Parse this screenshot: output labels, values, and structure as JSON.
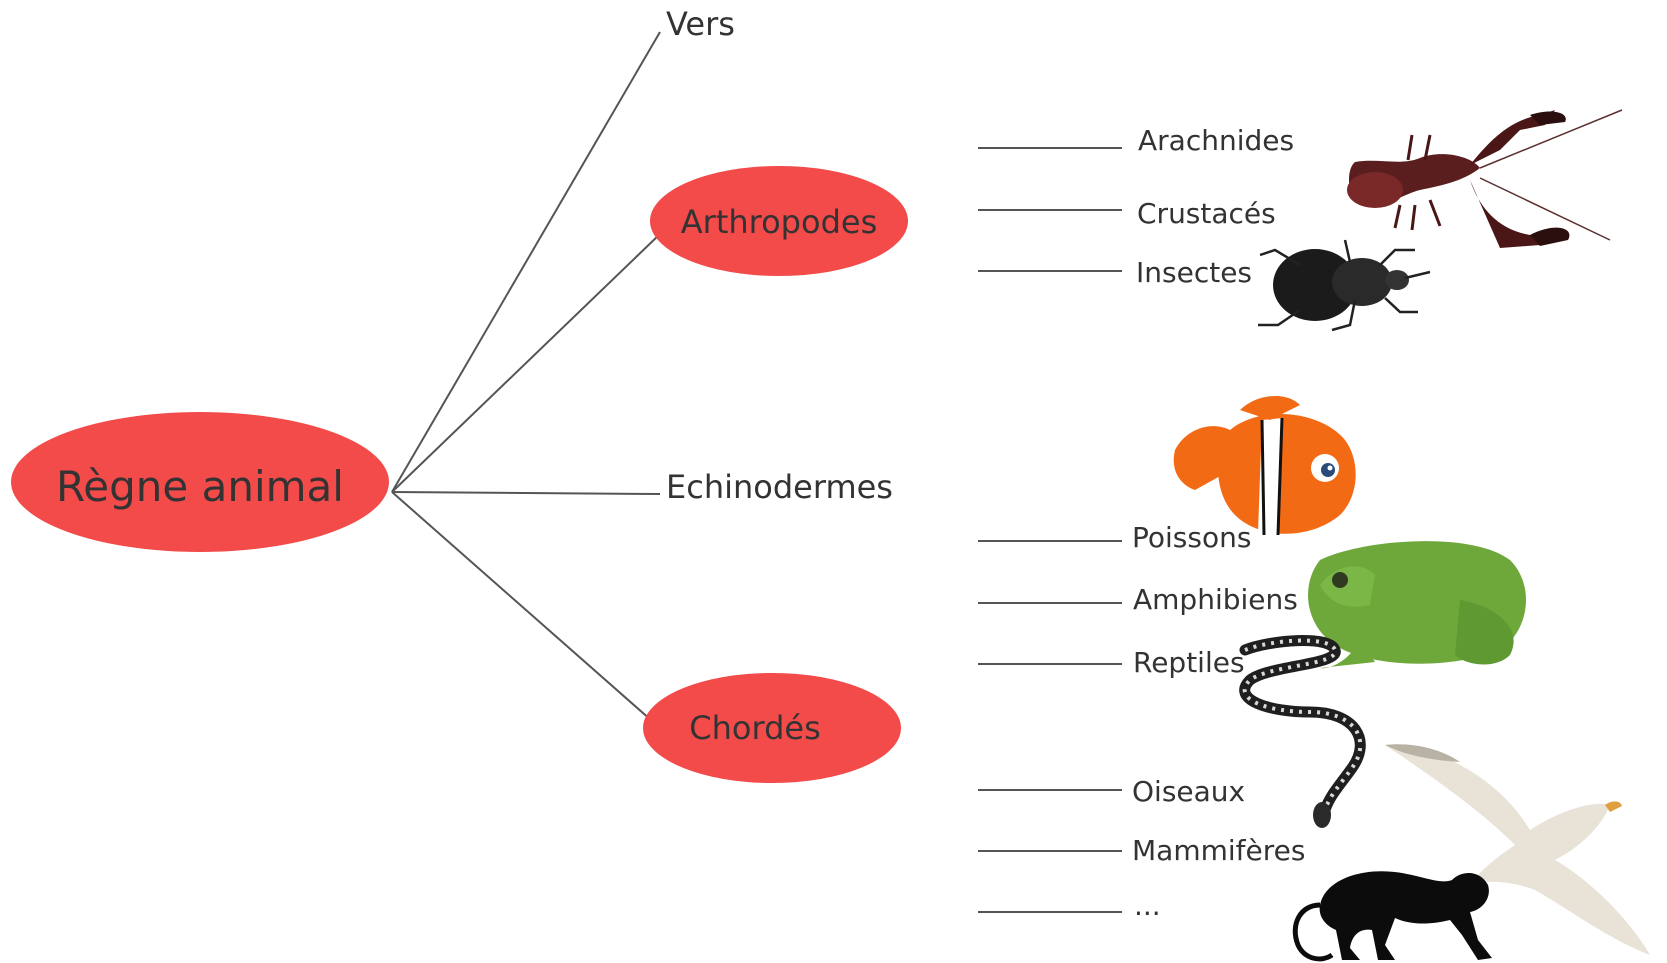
{
  "root": {
    "label": "Règne animal"
  },
  "branches": {
    "vers": "Vers",
    "arthropodes": "Arthropodes",
    "echinodermes": "Echinodermes",
    "chordes": "Chordés"
  },
  "arthropodes_children": [
    "Arachnides",
    "Crustacés",
    "Insectes"
  ],
  "chordes_children": [
    "Poissons",
    "Amphibiens",
    "Reptiles",
    "Oiseaux",
    "Mammifères",
    "..."
  ],
  "colors": {
    "node_fill": "#f34a4a",
    "line": "#555555",
    "text": "#333333"
  },
  "pictures": [
    "crayfish-image",
    "beetle-image",
    "clownfish-image",
    "frog-image",
    "snake-image",
    "seagull-image",
    "monkey-silhouette"
  ]
}
